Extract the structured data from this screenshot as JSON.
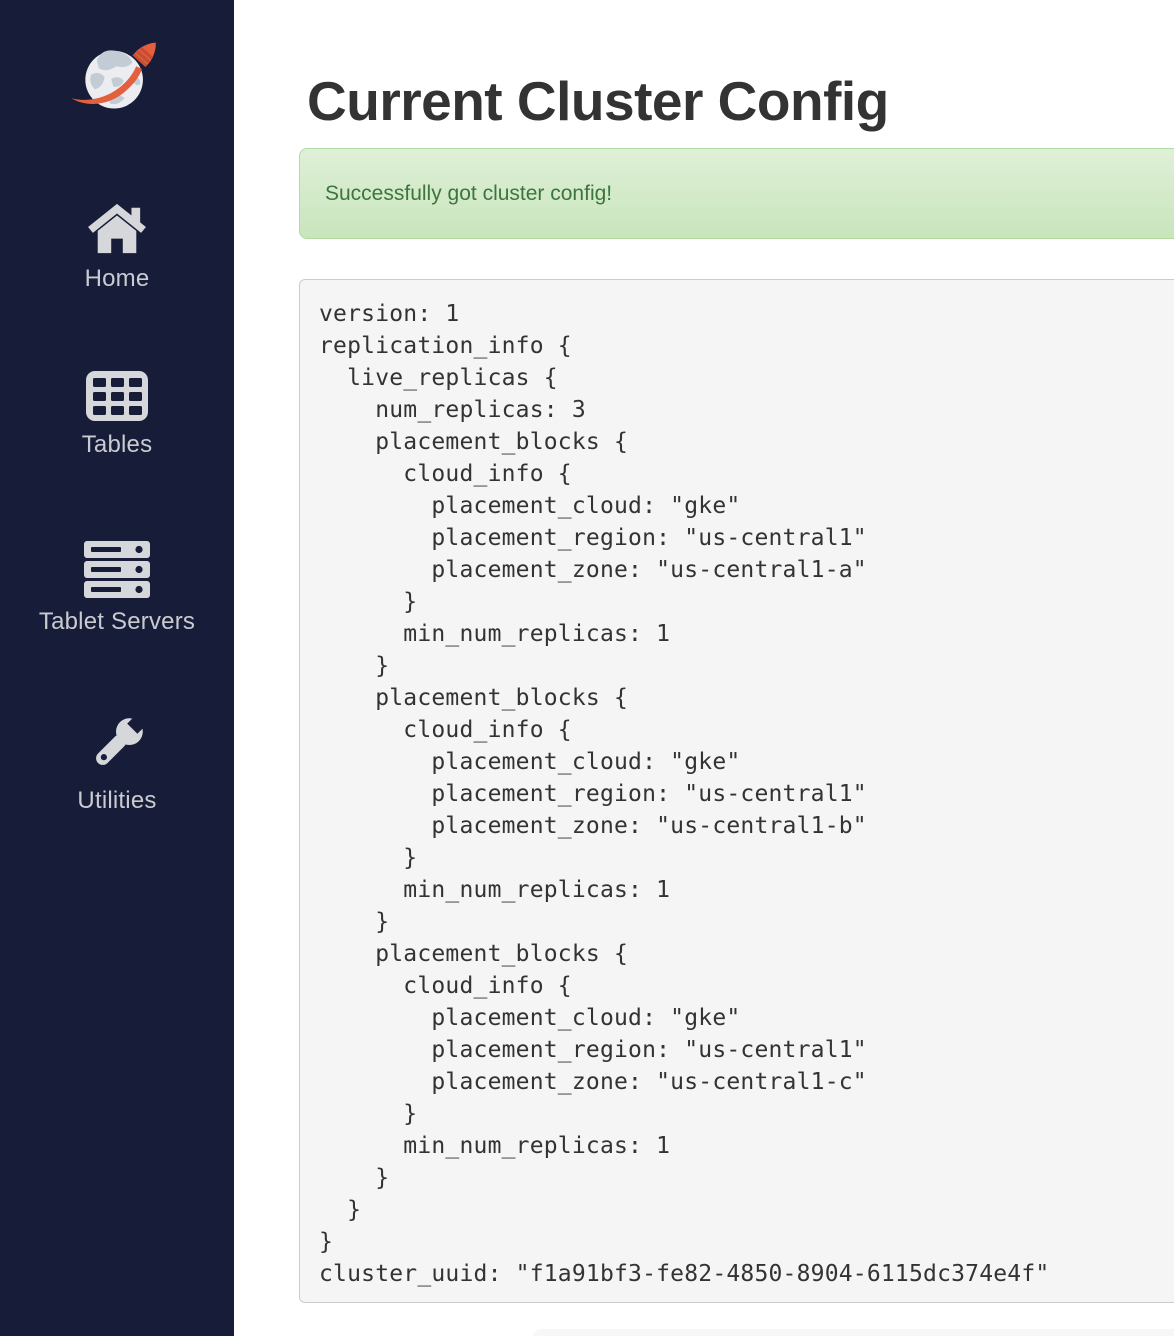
{
  "sidebar": {
    "logo_icon": "planet-rocket-logo",
    "items": [
      {
        "label": "Home",
        "icon": "home-icon"
      },
      {
        "label": "Tables",
        "icon": "table-grid-icon"
      },
      {
        "label": "Tablet Servers",
        "icon": "server-stack-icon"
      },
      {
        "label": "Utilities",
        "icon": "wrench-icon"
      }
    ]
  },
  "main": {
    "title": "Current Cluster Config",
    "alert": {
      "type": "success",
      "message": "Successfully got cluster config!"
    },
    "config": {
      "lines": [
        "version: 1",
        "replication_info {",
        "  live_replicas {",
        "    num_replicas: 3",
        "    placement_blocks {",
        "      cloud_info {",
        "        placement_cloud: \"gke\"",
        "        placement_region: \"us-central1\"",
        "        placement_zone: \"us-central1-a\"",
        "      }",
        "      min_num_replicas: 1",
        "    }",
        "    placement_blocks {",
        "      cloud_info {",
        "        placement_cloud: \"gke\"",
        "        placement_region: \"us-central1\"",
        "        placement_zone: \"us-central1-b\"",
        "      }",
        "      min_num_replicas: 1",
        "    }",
        "    placement_blocks {",
        "      cloud_info {",
        "        placement_cloud: \"gke\"",
        "        placement_region: \"us-central1\"",
        "        placement_zone: \"us-central1-c\"",
        "      }",
        "      min_num_replicas: 1",
        "    }",
        "  }",
        "}",
        "cluster_uuid: \"f1a91bf3-fe82-4850-8904-6115dc374e4f\""
      ]
    }
  },
  "colors": {
    "sidebar_bg": "#171c38",
    "nav_label": "#c9cbd1",
    "alert_bg_top": "#dff0d8",
    "alert_bg_bottom": "#c8e5bc",
    "alert_border": "#b2dba1",
    "alert_text": "#3c763d",
    "code_bg": "#f5f5f5",
    "code_border": "#cccccc",
    "accent_orange": "#e45f3d"
  }
}
